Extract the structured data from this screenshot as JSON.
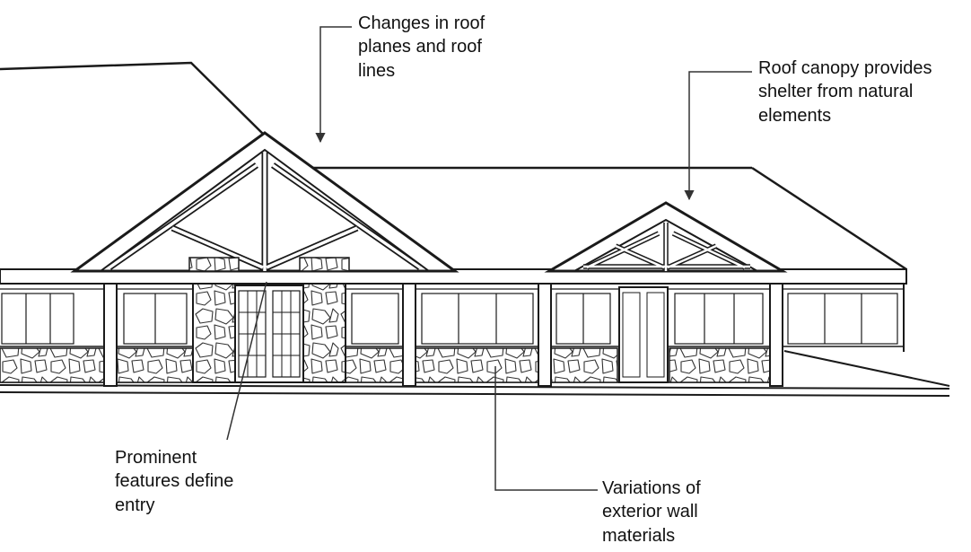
{
  "figure": {
    "type": "architectural-elevation-diagram",
    "background": "#ffffff",
    "line_color": "#1a1a1a",
    "leader_color": "#333333"
  },
  "annotations": {
    "roof_planes": {
      "text": "Changes in roof planes and roof lines"
    },
    "roof_canopy": {
      "text": "Roof canopy provides shelter from natural elements"
    },
    "entry": {
      "text": "Prominent features define entry"
    },
    "wall_materials": {
      "text": "Variations of exterior wall materials"
    }
  }
}
